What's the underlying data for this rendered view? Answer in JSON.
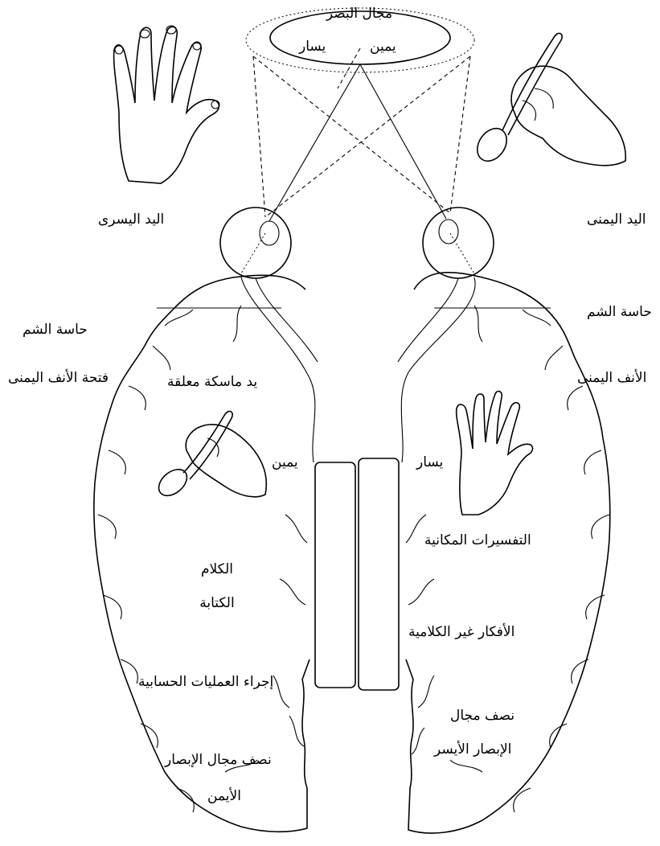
{
  "visual_field": {
    "title": "مجال البصر",
    "right": "يمين",
    "left": "يسار"
  },
  "top_labels": {
    "left_hand": "اليد اليسرى",
    "right_hand": "اليد اليمنى"
  },
  "left_side": {
    "smell": "حاسة الشم",
    "right_nostril": "فتحة الأنف اليمنى"
  },
  "right_side": {
    "smell": "حاسة الشم",
    "right_nose": "الأنف اليمنى"
  },
  "left_hemisphere": {
    "grasping_hand": "يد ماسكة معلقة",
    "right": "يمين",
    "speech": "الكلام",
    "writing": "الكتابة",
    "calculation": "إجراء العمليات الحسابية",
    "visual_half_line1": "نصف مجال الإبصار",
    "visual_half_line2": "الأيمن"
  },
  "right_hemisphere": {
    "left": "يسار",
    "spatial": "التفسيرات المكانية",
    "nonverbal": "الأفكار غير الكلامية",
    "visual_half_line1": "نصف مجال",
    "visual_half_line2": "الإبصار الأيسر"
  }
}
